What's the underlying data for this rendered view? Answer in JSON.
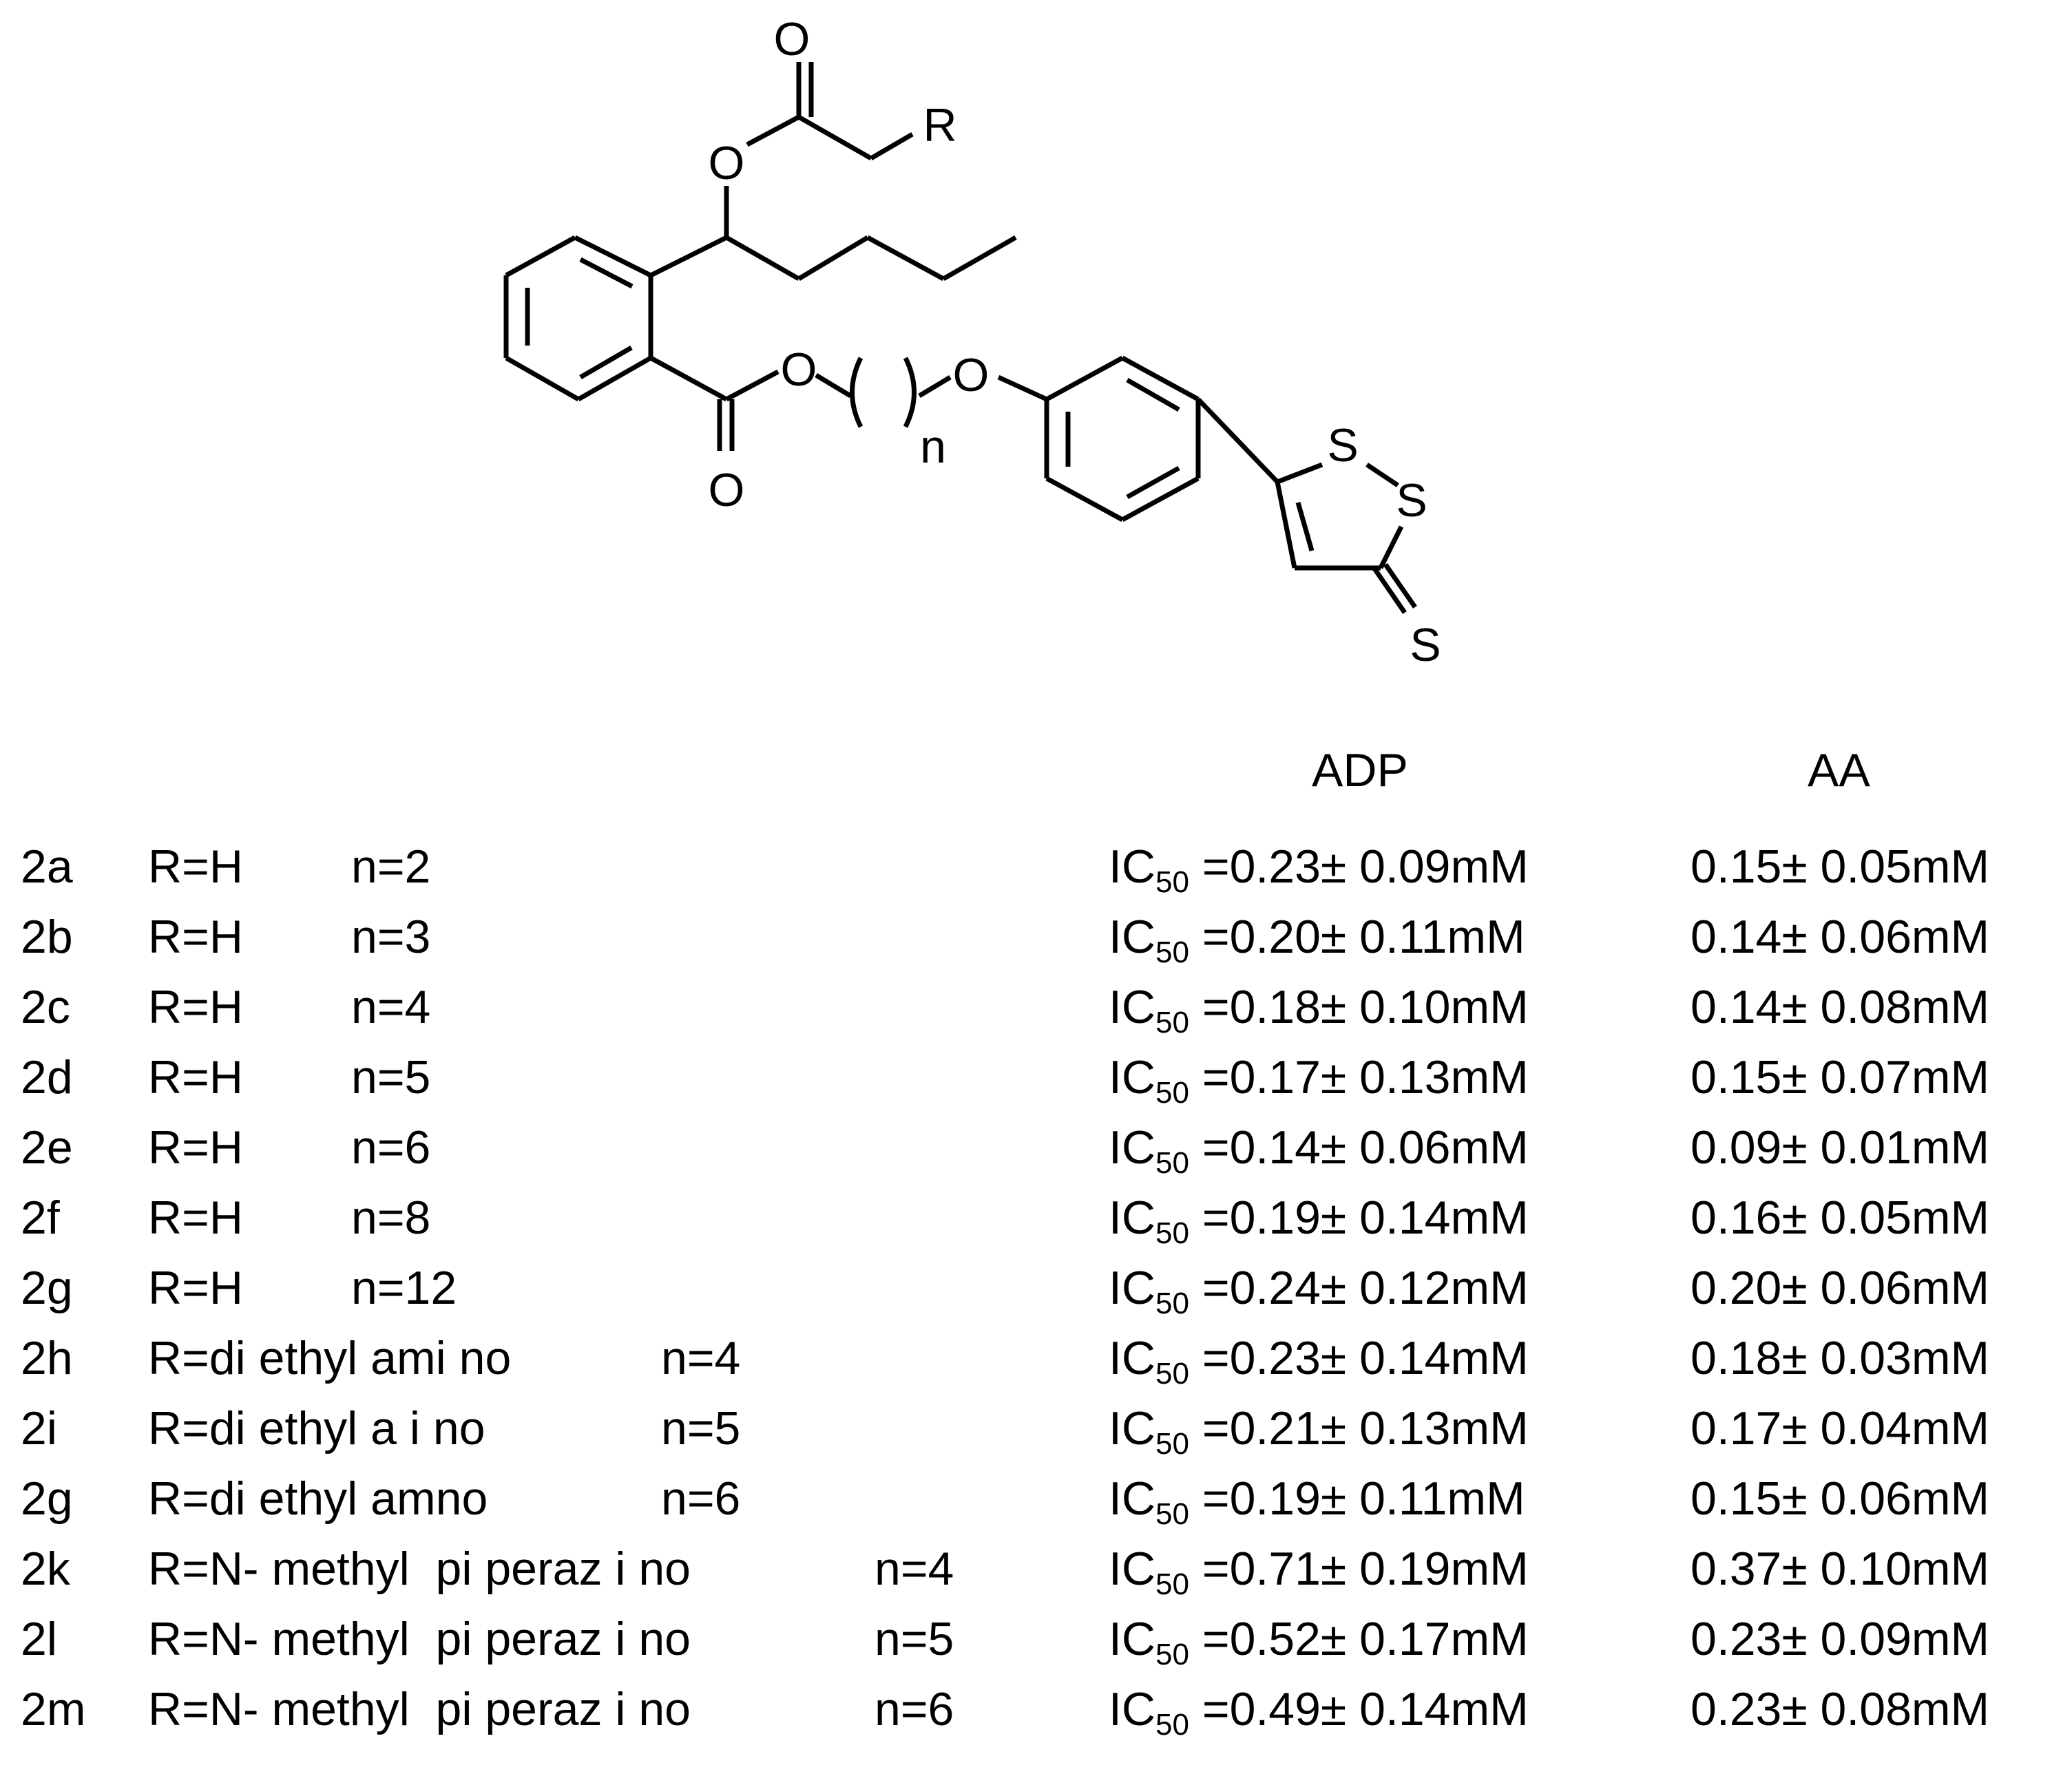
{
  "structure": {
    "atoms": {
      "o_carbonyl_top": "O",
      "r_group": "R",
      "o_ester_top": "O",
      "o_ester_bottom": "O",
      "o_carbonyl_bottom": "O",
      "o_ether": "O",
      "n_sub": "n",
      "s1": "S",
      "s2": "S",
      "s_thione": "S"
    }
  },
  "table": {
    "headers": {
      "adp": "ADP",
      "aa": "AA"
    },
    "ic_prefix": "IC",
    "ic_sub": "50",
    "rows": [
      {
        "id": "2a",
        "r": "R=H",
        "n": "n=2",
        "adp": "=0.23± 0.09mM",
        "aa": "0.15± 0.05mM"
      },
      {
        "id": "2b",
        "r": "R=H",
        "n": "n=3",
        "adp": "=0.20± 0.11mM",
        "aa": "0.14± 0.06mM"
      },
      {
        "id": "2c",
        "r": "R=H",
        "n": "n=4",
        "adp": "=0.18± 0.10mM",
        "aa": "0.14± 0.08mM"
      },
      {
        "id": "2d",
        "r": "R=H",
        "n": "n=5",
        "adp": "=0.17± 0.13mM",
        "aa": "0.15± 0.07mM"
      },
      {
        "id": "2e",
        "r": "R=H",
        "n": "n=6",
        "adp": "=0.14± 0.06mM",
        "aa": "0.09± 0.01mM"
      },
      {
        "id": "2f",
        "r": "R=H",
        "n": "n=8",
        "adp": "=0.19± 0.14mM",
        "aa": "0.16± 0.05mM"
      },
      {
        "id": "2g",
        "r": "R=H",
        "n": "n=12",
        "adp": "=0.24± 0.12mM",
        "aa": "0.20± 0.06mM"
      },
      {
        "id": "2h",
        "r": "R=di ethyl ami no",
        "n": "n=4",
        "adp": "=0.23± 0.14mM",
        "aa": "0.18± 0.03mM"
      },
      {
        "id": "2i",
        "r": "R=di ethyl a i no",
        "n": "n=5",
        "adp": "=0.21± 0.13mM",
        "aa": "0.17± 0.04mM"
      },
      {
        "id": "2g",
        "r": "R=di ethyl amno",
        "n": "n=6",
        "adp": "=0.19± 0.11mM",
        "aa": "0.15± 0.06mM"
      },
      {
        "id": "2k",
        "r": "R=N- methyl  pi peraz i no",
        "n": "n=4",
        "adp": "=0.71± 0.19mM",
        "aa": "0.37± 0.10mM"
      },
      {
        "id": "2l",
        "r": "R=N- methyl  pi peraz i no",
        "n": "n=5",
        "adp": "=0.52± 0.17mM",
        "aa": "0.23± 0.09mM"
      },
      {
        "id": "2m",
        "r": "R=N- methyl  pi peraz i no",
        "n": "n=6",
        "adp": "=0.49± 0.14mM",
        "aa": "0.23± 0.08mM"
      }
    ]
  }
}
